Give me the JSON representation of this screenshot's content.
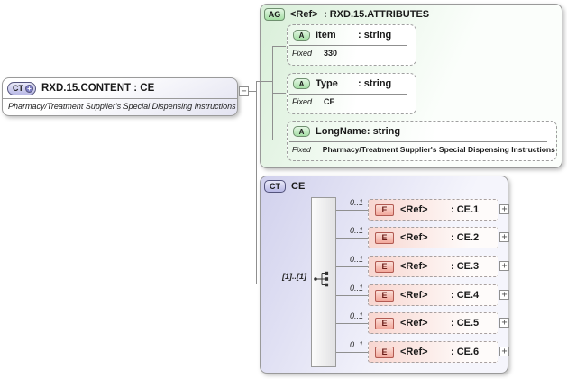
{
  "content_node": {
    "badge": "CT",
    "plus_icon": "+",
    "title": "RXD.15.CONTENT : CE",
    "subtitle": "Pharmacy/Treatment Supplier's Special Dispensing Instructions",
    "collapse_icon": "−"
  },
  "attributes_group": {
    "badge": "AG",
    "name": "<Ref>",
    "type": ": RXD.15.ATTRIBUTES",
    "attributes": [
      {
        "badge": "A",
        "name": "Item",
        "type": ": string",
        "fixed_label": "Fixed",
        "fixed_value": "330"
      },
      {
        "badge": "A",
        "name": "Type",
        "type": ": string",
        "fixed_label": "Fixed",
        "fixed_value": "CE"
      },
      {
        "badge": "A",
        "name": "LongName",
        "type": ": string",
        "fixed_label": "Fixed",
        "fixed_value": "Pharmacy/Treatment Supplier's Special Dispensing Instructions"
      }
    ]
  },
  "complex_type": {
    "badge": "CT",
    "name": "CE",
    "cardinality": "[1]..[1]",
    "elements": [
      {
        "badge": "E",
        "name": "<Ref>",
        "type": ": CE.1",
        "cardinality": "0..1",
        "expand_icon": "+"
      },
      {
        "badge": "E",
        "name": "<Ref>",
        "type": ": CE.2",
        "cardinality": "0..1",
        "expand_icon": "+"
      },
      {
        "badge": "E",
        "name": "<Ref>",
        "type": ": CE.3",
        "cardinality": "0..1",
        "expand_icon": "+"
      },
      {
        "badge": "E",
        "name": "<Ref>",
        "type": ": CE.4",
        "cardinality": "0..1",
        "expand_icon": "+"
      },
      {
        "badge": "E",
        "name": "<Ref>",
        "type": ": CE.5",
        "cardinality": "0..1",
        "expand_icon": "+"
      },
      {
        "badge": "E",
        "name": "<Ref>",
        "type": ": CE.6",
        "cardinality": "0..1",
        "expand_icon": "+"
      }
    ]
  },
  "colors": {
    "attr_group_green": "#d9efd9",
    "complex_type_lavender": "#d1d1ed",
    "element_pink": "#f8d6d0",
    "badge_green": "#a4dea4",
    "badge_red_border": "#b25a52",
    "line_gray": "#8f8f8f"
  }
}
